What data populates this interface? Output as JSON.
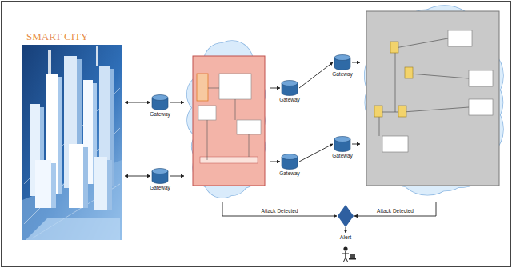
{
  "diagram": {
    "nodes": [
      {
        "text": [
          "SMART CITY"
        ]
      },
      {
        "text": [
          "Gateway"
        ]
      },
      {
        "text": [
          "Gateway"
        ]
      },
      {
        "text": []
      },
      {
        "text": [
          "Gateway"
        ]
      },
      {
        "text": [
          "Gateway"
        ]
      },
      {
        "text": [
          "Gateway"
        ]
      },
      {
        "text": [
          "Gateway"
        ]
      },
      {
        "text": []
      },
      {
        "text": []
      },
      {
        "text": [
          "Alert"
        ]
      }
    ],
    "edges": [
      {
        "from": 0,
        "to": 1,
        "arrow": "both"
      },
      {
        "from": 0,
        "to": 2,
        "arrow": "both"
      },
      {
        "from": 1,
        "to": 3,
        "arrow": "to"
      },
      {
        "from": 2,
        "to": 3,
        "arrow": "to"
      },
      {
        "from": 3,
        "to": 4,
        "arrow": "to"
      },
      {
        "from": 3,
        "to": 5,
        "arrow": "to"
      },
      {
        "from": 4,
        "to": 6,
        "arrow": "to"
      },
      {
        "from": 5,
        "to": 7,
        "arrow": "to"
      },
      {
        "from": 6,
        "to": 8,
        "arrow": "to"
      },
      {
        "from": 7,
        "to": 8,
        "arrow": "to"
      },
      {
        "from": 3,
        "to": 9,
        "arrow": "to",
        "label": "Attack Detected"
      },
      {
        "from": 8,
        "to": 9,
        "arrow": "to",
        "label": "Attack Detected"
      },
      {
        "from": 9,
        "to": 10,
        "arrow": "to"
      }
    ]
  }
}
